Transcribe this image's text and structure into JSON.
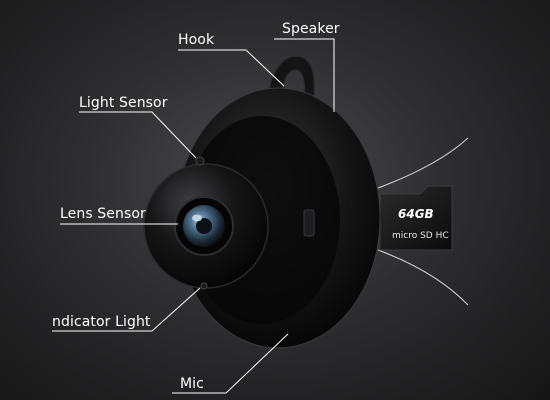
{
  "labels": {
    "hook": "Hook",
    "speaker": "Speaker",
    "light_sensor": "Light Sensor",
    "lens_sensor": "Lens Sensor",
    "indicator_light": "ndicator Light",
    "mic": "Mic"
  },
  "sd_card": {
    "capacity": "64GB",
    "brand": "micro SD HC"
  },
  "colors": {
    "background": "#2e2e30",
    "label_text": "#ffffff",
    "leader_line": "#ffffff",
    "camera_body": "#0b0b0c",
    "sd_card": "#111111"
  }
}
